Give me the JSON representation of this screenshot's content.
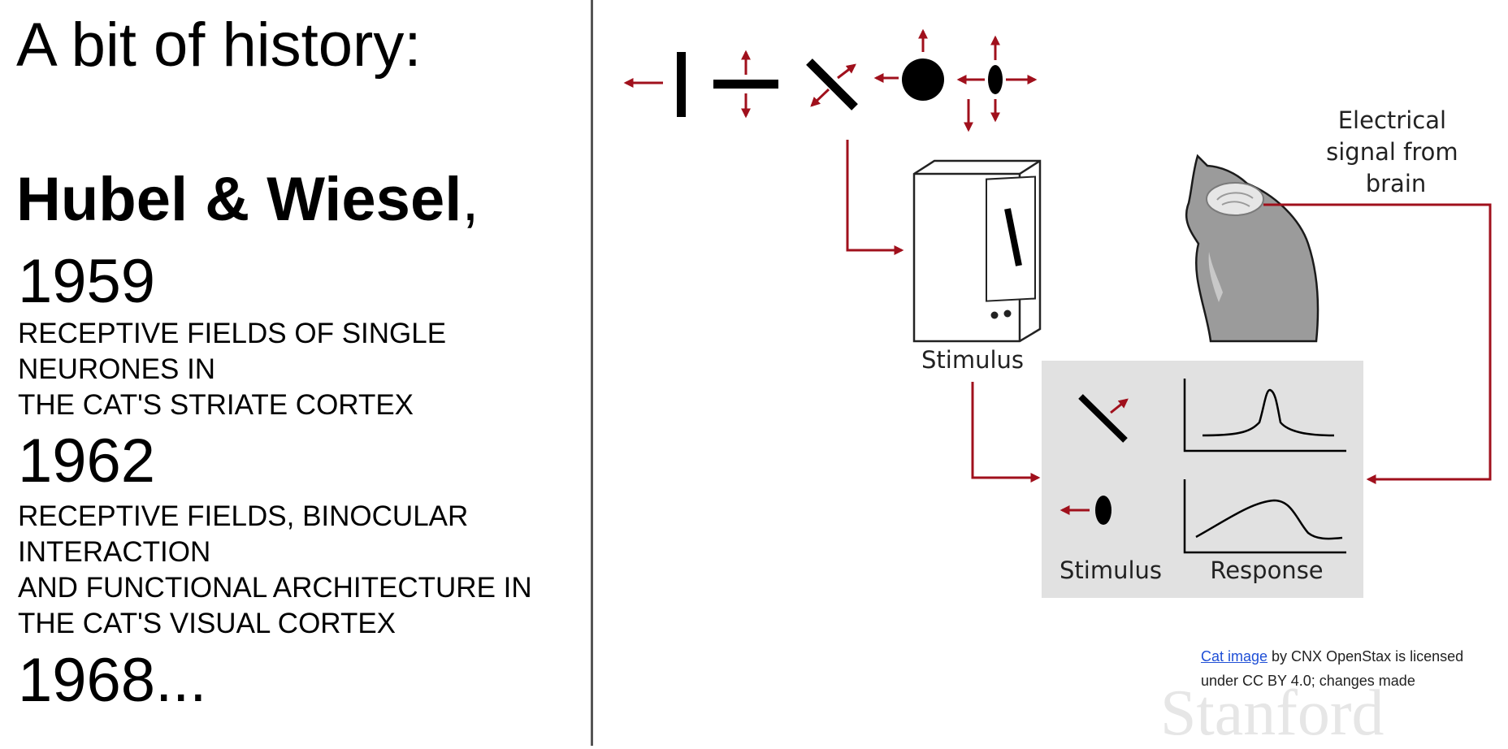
{
  "slide": {
    "title": "A bit of history:",
    "authors": "Hubel & Wiesel",
    "authors_suffix": ",",
    "entries": [
      {
        "year": "1959",
        "paper_lines": [
          "RECEPTIVE FIELDS OF SINGLE",
          "NEURONES IN",
          "THE CAT'S STRIATE CORTEX"
        ]
      },
      {
        "year": "1962",
        "paper_lines": [
          "RECEPTIVE FIELDS, BINOCULAR",
          "INTERACTION",
          "AND FUNCTIONAL ARCHITECTURE IN",
          "THE CAT'S VISUAL CORTEX"
        ]
      },
      {
        "year": "1968..."
      }
    ]
  },
  "figure": {
    "signal_label_lines": [
      "Electrical",
      "signal from",
      "brain"
    ],
    "stimulus_label": "Stimulus",
    "panel_stimulus_label": "Stimulus",
    "panel_response_label": "Response",
    "arrow_color": "#a0101c",
    "panel_color": "#e1e1e1",
    "cat_color": "#9b9b9b"
  },
  "credit": {
    "link_text": "Cat image",
    "line1_rest": " by CNX OpenStax is licensed",
    "line2": "under CC BY 4.0; changes made"
  },
  "watermark": "Stanford"
}
